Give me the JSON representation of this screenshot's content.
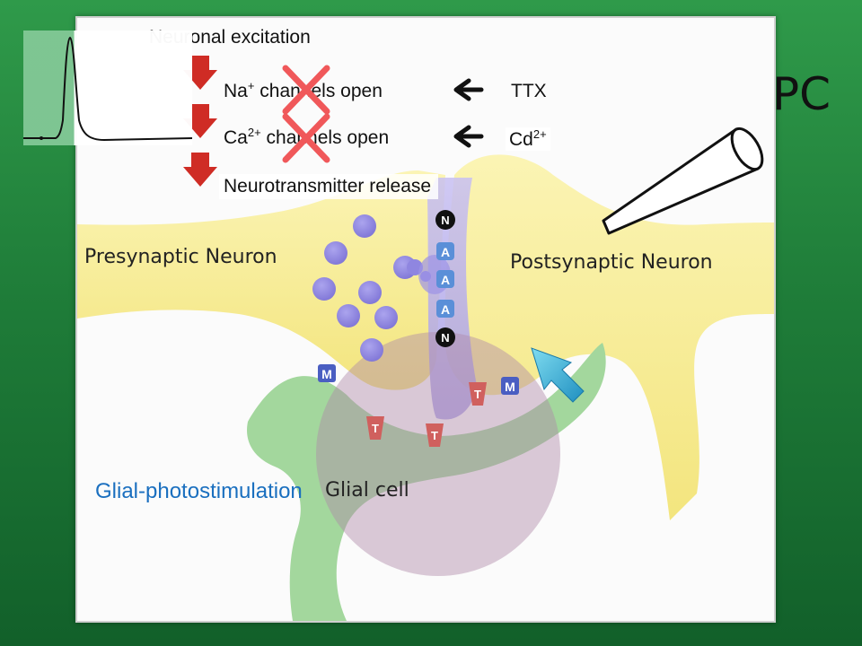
{
  "steps": {
    "excitation": "Neuronal excitation",
    "na_prefix": "Na",
    "na_sup": "+",
    "na_rest": " channels open",
    "ca_prefix": "Ca",
    "ca_sup": "2+",
    "ca_rest": " channels open",
    "release": "Neurotransmitter release"
  },
  "blockers": {
    "ttx": "TTX",
    "cd_prefix": "Cd",
    "cd_sup": "2+"
  },
  "labels": {
    "presynaptic": "Presynaptic Neuron",
    "postsynaptic": "Postsynaptic Neuron",
    "glial_cell": "Glial cell",
    "glial_photostim": "Glial-photostimulation",
    "pc": "PC"
  },
  "receptors": {
    "nmda": "N",
    "ampa": "A",
    "mglur": "M",
    "transporter": "T"
  },
  "colors": {
    "neuron": "#f8ef9c",
    "glia": "#9fd49a",
    "vesicle": "#8f86e0",
    "cleft": "#b3a8ec",
    "step_arrow": "#cf2c25",
    "block_x": "#f0585a",
    "photostim_arrow": "#3fb6d8",
    "photo_text": "#1a6fbf"
  }
}
